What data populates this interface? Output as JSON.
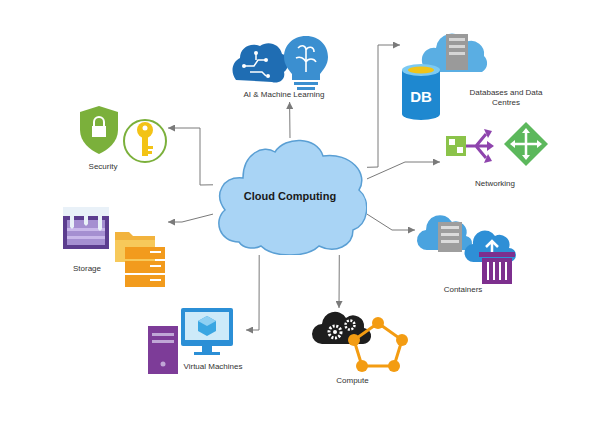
{
  "diagram": {
    "nodes": [
      {
        "text": [
          "Cloud Computing"
        ]
      },
      {
        "text": [
          "AI & Machine Learning"
        ]
      },
      {
        "text": [
          "Databases and Data Centres"
        ]
      },
      {
        "text": [
          "Networking"
        ]
      },
      {
        "text": [
          "Containers"
        ]
      },
      {
        "text": [
          "Compute"
        ]
      },
      {
        "text": [
          "Virtual Machines"
        ]
      },
      {
        "text": [
          "Storage"
        ]
      },
      {
        "text": [
          "Security"
        ]
      }
    ],
    "edges": [
      {
        "from": 0,
        "to": 1,
        "arrow": "to"
      },
      {
        "from": 0,
        "to": 2,
        "arrow": "to"
      },
      {
        "from": 0,
        "to": 3,
        "arrow": "to"
      },
      {
        "from": 0,
        "to": 4,
        "arrow": "to"
      },
      {
        "from": 0,
        "to": 5,
        "arrow": "to"
      },
      {
        "from": 0,
        "to": 6,
        "arrow": "to"
      },
      {
        "from": 0,
        "to": 7,
        "arrow": "to"
      },
      {
        "from": 0,
        "to": 8,
        "arrow": "to"
      }
    ],
    "labels": [
      "DB"
    ]
  }
}
